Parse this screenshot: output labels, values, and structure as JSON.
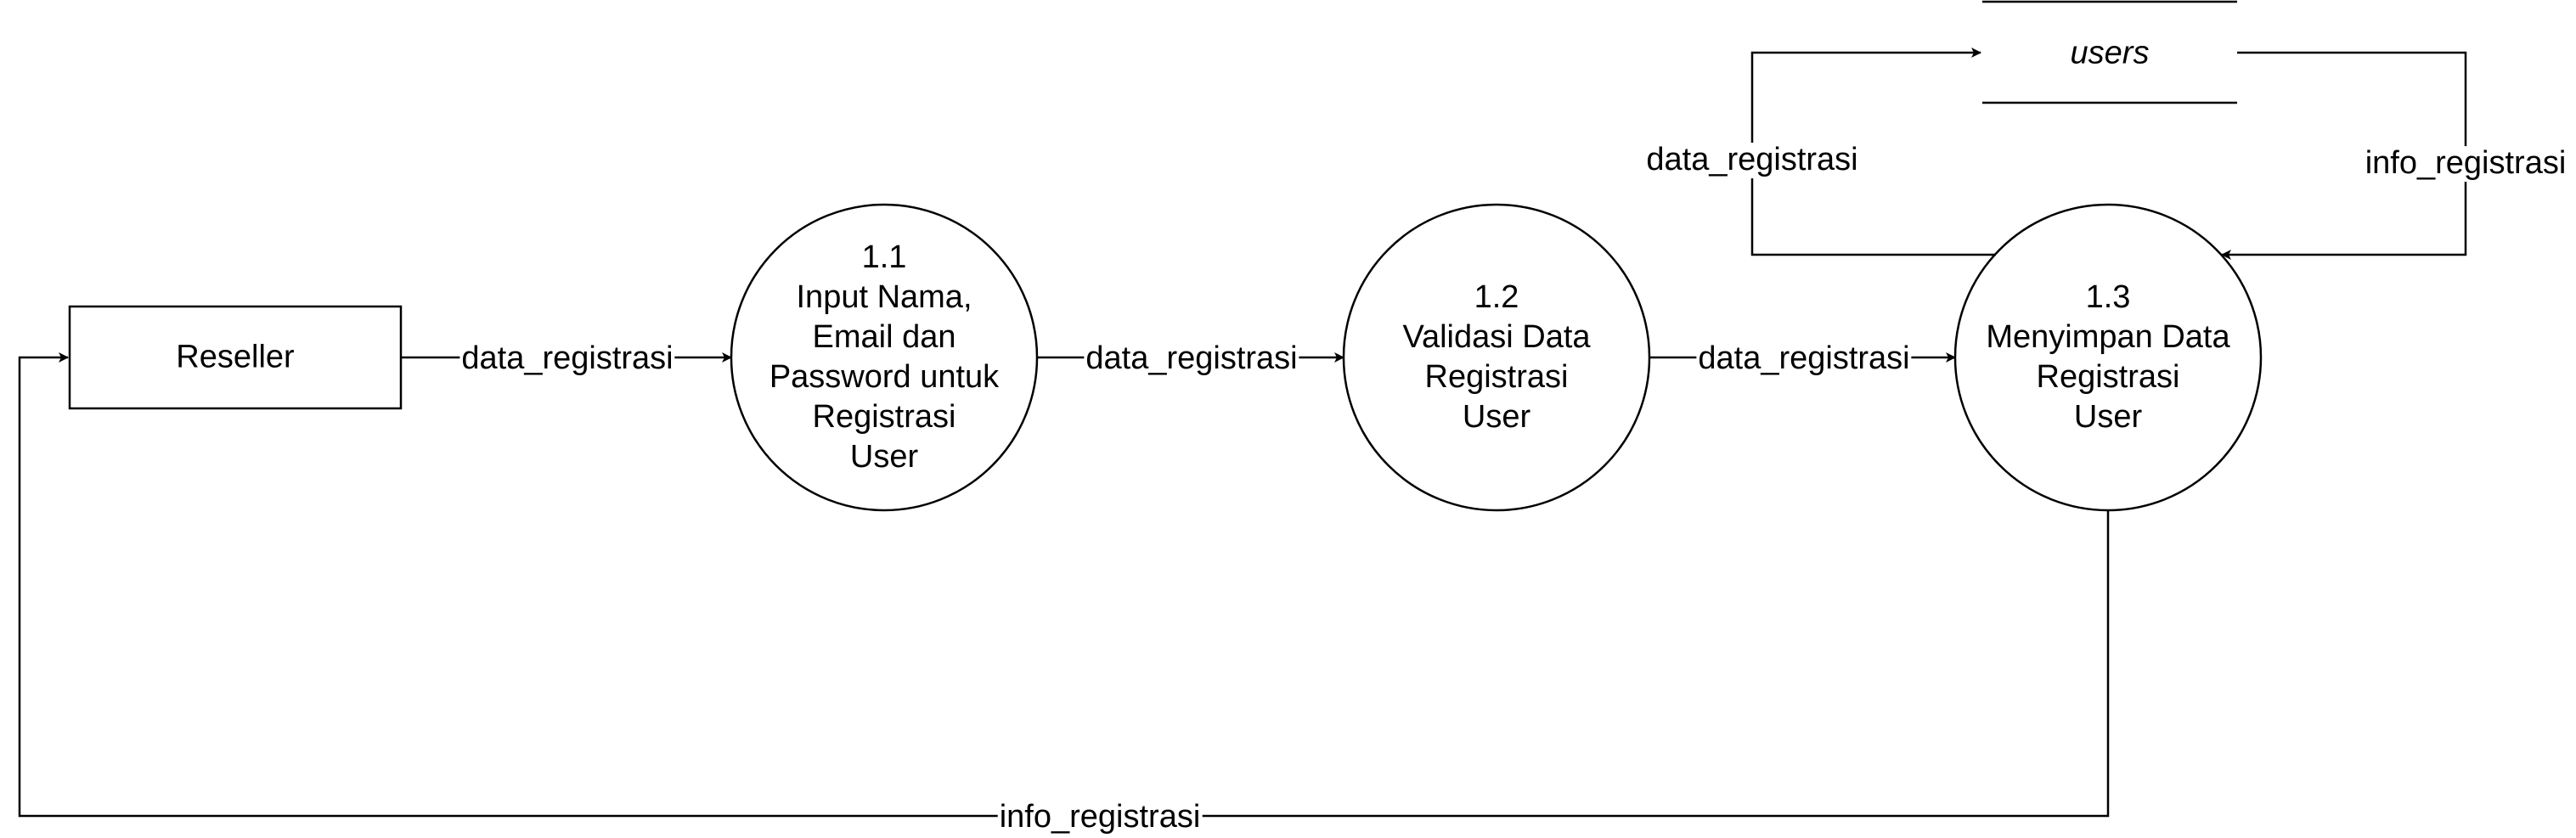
{
  "entity": {
    "label": "Reseller"
  },
  "datastore": {
    "label": "users"
  },
  "processes": [
    {
      "number": "1.1",
      "lines": [
        "Input Nama,",
        "Email dan",
        "Password untuk",
        "Registrasi",
        "User"
      ]
    },
    {
      "number": "1.2",
      "lines": [
        "Validasi Data",
        "Registrasi",
        "User"
      ]
    },
    {
      "number": "1.3",
      "lines": [
        "Menyimpan Data",
        "Registrasi",
        "User"
      ]
    }
  ],
  "flows": {
    "reseller_to_p1": "data_registrasi",
    "p1_to_p2": "data_registrasi",
    "p2_to_p3": "data_registrasi",
    "p3_to_store": "data_registrasi",
    "store_to_p3": "info_registrasi",
    "p3_to_reseller": "info_registrasi"
  },
  "colors": {
    "stroke": "#000000",
    "background": "#ffffff"
  }
}
